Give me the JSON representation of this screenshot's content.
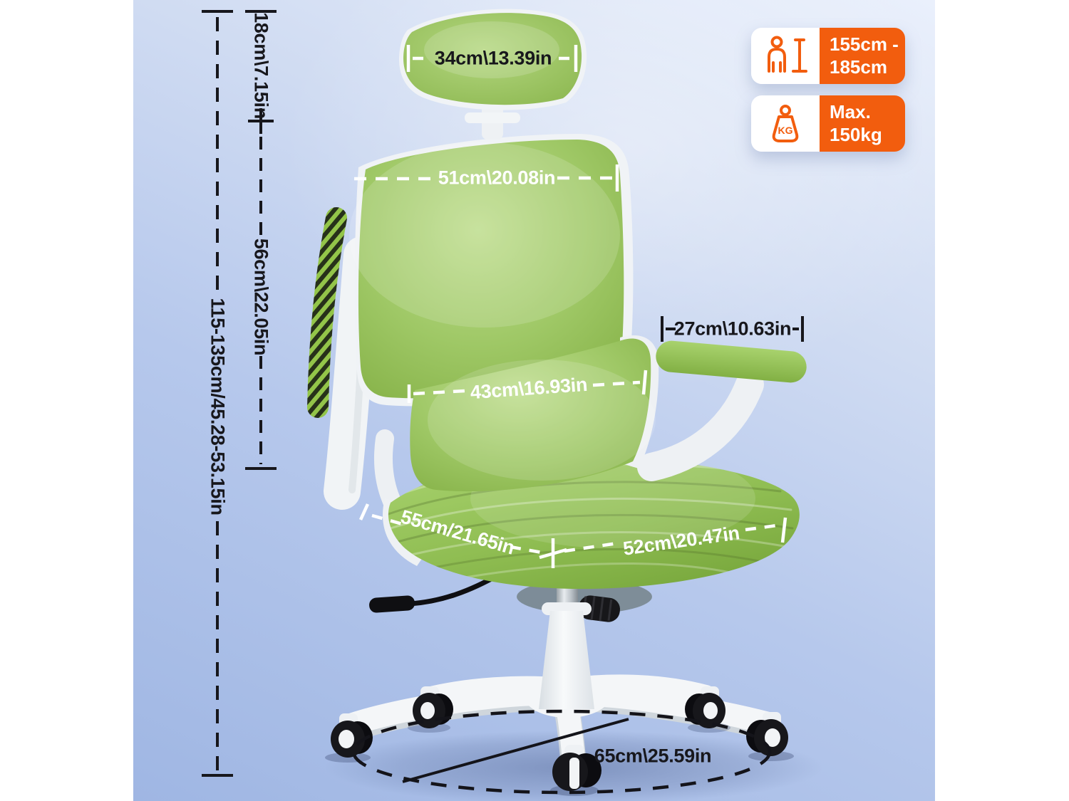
{
  "product": {
    "type": "ergonomic office chair dimension diagram",
    "mesh_color": "#95c155",
    "frame_color": "#f3f5f7",
    "background_blue_top": "#eaf0fc",
    "background_blue_bottom": "#9fb6e3",
    "annotation_black": "#17171c",
    "annotation_white": "#ffffff"
  },
  "dimensions": {
    "overall_height": "115-135cm/45.28-53.15in",
    "headrest_height": "18cm\\7.15in",
    "headrest_width": "34cm\\13.39in",
    "backrest_width": "51cm\\20.08in",
    "backrest_height": "56cm\\22.05in",
    "armrest_depth": "27cm\\10.63in",
    "lumbar_width": "43cm\\16.93in",
    "seat_depth": "55cm/21.65in",
    "seat_width": "52cm\\20.47in",
    "base_diameter": "65cm\\25.59in"
  },
  "badges": {
    "accent_color": "#f25d0e",
    "height_range": {
      "line1": "155cm -",
      "line2": "185cm"
    },
    "max_weight": {
      "line1": "Max.",
      "line2": "150kg",
      "kg_label": "KG"
    }
  }
}
